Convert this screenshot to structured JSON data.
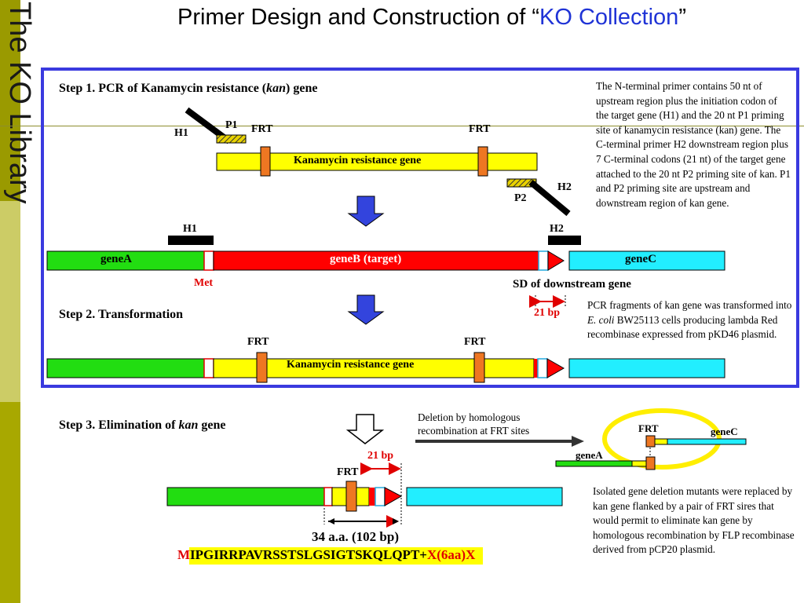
{
  "sidebar": {
    "vertical_title": "The KO Library"
  },
  "title": {
    "prefix": "Primer Design and Construction of “",
    "highlight": "KO Collection",
    "suffix": "”"
  },
  "step1": {
    "heading_pre": "Step 1. PCR of Kanamycin  resistance (",
    "heading_em": "kan",
    "heading_post": ") gene",
    "h1": "H1",
    "p1": "P1",
    "frt_left": "FRT",
    "frt_right": "FRT",
    "kan_gene": "Kanamycin resistance gene",
    "h2": "H2",
    "p2": "P2"
  },
  "note1": "The N-terminal primer contains 50 nt of upstream region plus the initiation codon of the target gene (H1) and the 20 nt P1 priming site of kanamycin resistance (kan) gene. The C-terminal primer H2 downstream region plus 7 C-terminal codons (21 nt) of the target gene attached to the 20 nt P2 priming site of kan. P1 and P2 priming site are upstream and downstream region of kan gene.",
  "genome": {
    "h1": "H1",
    "h2": "H2",
    "geneA": "geneA",
    "geneB": "geneB (target)",
    "geneC": "geneC",
    "met": "Met",
    "sd": "SD of downstream gene",
    "bp21": "21 bp"
  },
  "step2": {
    "heading": "Step 2. Transformation",
    "frt_left": "FRT",
    "frt_right": "FRT",
    "kan_gene": "Kanamycin resistance gene"
  },
  "note2_pre": "PCR fragments of kan gene was transformed into ",
  "note2_em": "E. coli",
  "note2_post": " BW25113 cells producing lambda Red recombinase expressed from pKD46 plasmid.",
  "step3": {
    "heading_pre": "Step 3. Elimination of ",
    "heading_em": "kan",
    "heading_post": " gene",
    "deletion_note": "Deletion by homologous recombination at FRT sites",
    "frt": "FRT",
    "bp21": "21 bp",
    "aa_len": "34 a.a. (102 bp)",
    "seq_m": "M",
    "seq_body": "IPGIRRPAVRSSTSLGSIGTSKQLQPT",
    "seq_plus": "+",
    "seq_tail": "X(6aa)X",
    "loop_frt": "FRT",
    "loop_geneC": "geneC",
    "loop_geneA": "geneA"
  },
  "note3": "Isolated gene deletion mutants were replaced by kan gene flanked by a pair of FRT sires that would permit to eliminate kan gene by homologous recombination by FLP recombinase derived from pCP20 plasmid.",
  "colors": {
    "frame": "#3a3adf",
    "geneA": "#22dd11",
    "geneB": "#ff0000",
    "geneC": "#22eeff",
    "kan": "#ffff00",
    "frt": "#ee7722",
    "arrow": "#3344dd"
  }
}
